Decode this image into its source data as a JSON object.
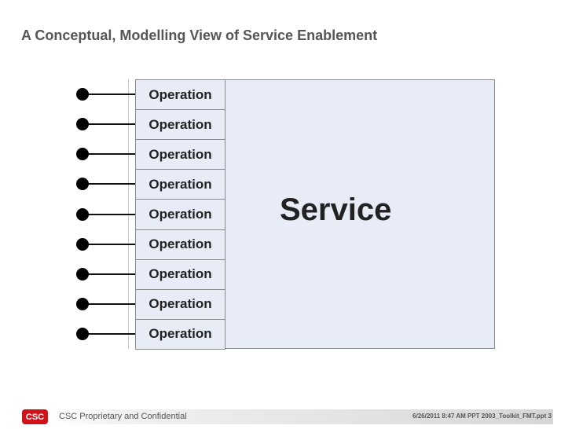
{
  "slide": {
    "title": "A Conceptual, Modelling View of Service Enablement"
  },
  "diagram": {
    "service_label": "Service",
    "operations": [
      "Operation",
      "Operation",
      "Operation",
      "Operation",
      "Operation",
      "Operation",
      "Operation",
      "Operation",
      "Operation"
    ]
  },
  "footer": {
    "logo": "CSC",
    "left_text": "CSC Proprietary and Confidential",
    "right_text": "6/26/2011 8:47 AM PPT 2003_Toolkit_FMT.ppt 3"
  }
}
